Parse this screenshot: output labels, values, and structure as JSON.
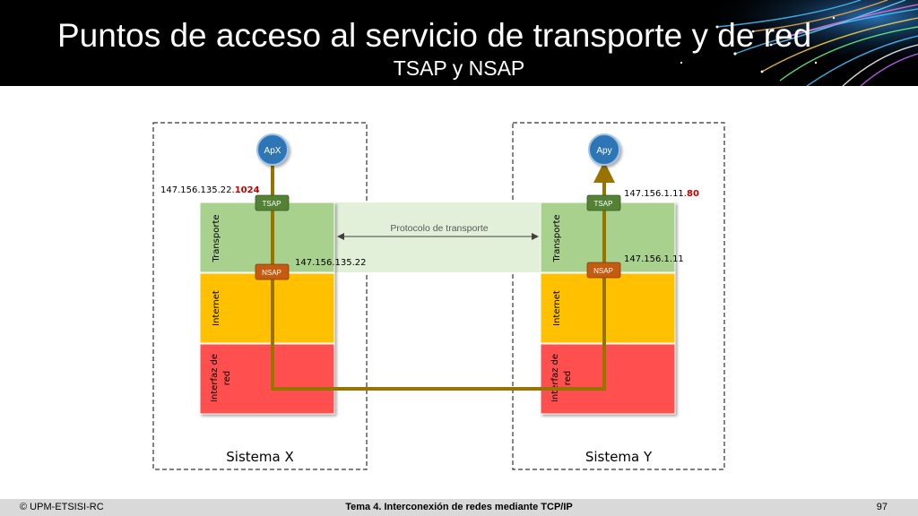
{
  "title": "Puntos de acceso al servicio de transporte y de red",
  "subtitle": "TSAP y NSAP",
  "system_x": {
    "label": "Sistema X",
    "app": "ApX",
    "tsap_address_prefix": "147.156.135.22.",
    "tsap_port": "1024",
    "nsap_address": "147.156.135.22",
    "layers": {
      "transport": "Transporte",
      "internet": "Internet",
      "network_iface_line1": "Interfaz de",
      "network_iface_line2": "red"
    }
  },
  "system_y": {
    "label": "Sistema Y",
    "app": "Apy",
    "tsap_address_prefix": "147.156.1.11.",
    "tsap_port": "80",
    "nsap_address": "147.156.1.11",
    "layers": {
      "transport": "Transporte",
      "internet": "Internet",
      "network_iface_line1": "Interfaz de",
      "network_iface_line2": "red"
    }
  },
  "tsap_label": "TSAP",
  "nsap_label": "NSAP",
  "protocol_label": "Protocolo de transporte",
  "footer": {
    "left": "© UPM-ETSISI-RC",
    "center": "Tema 4. Interconexión de redes mediante TCP/IP",
    "page": "97"
  },
  "colors": {
    "transport": "#a9d18e",
    "internet": "#ffc000",
    "network": "#ff5050",
    "tsap": "#548235",
    "nsap": "#c55a11",
    "app": "#2e75b6",
    "path": "#997300",
    "port_highlight": "#c00000"
  }
}
